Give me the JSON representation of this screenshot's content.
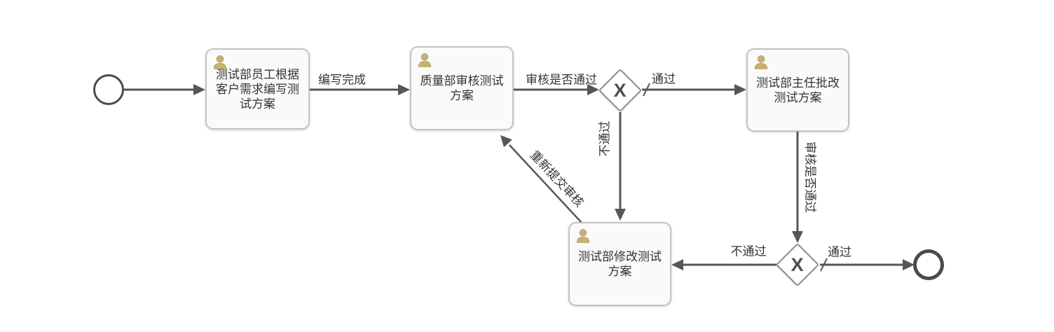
{
  "diagram_type": "bpmn-flowchart",
  "colors": {
    "background": "#ffffff",
    "flow_line": "#565656",
    "task_fill": "#fafafa",
    "task_border": "#c3c3c3",
    "gateway_border": "#8d8d8d",
    "event_border": "#4a4a4a",
    "text": "#333333",
    "person_icon": "#c9b170"
  },
  "nodes": {
    "start": {
      "type": "start-event"
    },
    "task1": {
      "label": "测试部员工根据\n客户需求编写测\n试方案"
    },
    "task2": {
      "label": "质量部审核测试\n方案"
    },
    "task3": {
      "label": "测试部主任批改\n测试方案"
    },
    "task4": {
      "label": "测试部修改测试\n方案"
    },
    "gateway1": {
      "marker": "X"
    },
    "gateway2": {
      "marker": "X"
    },
    "end": {
      "type": "end-event"
    }
  },
  "edge_labels": {
    "write_done": "编写完成",
    "quality_review_question": "审核是否通过",
    "quality_pass": "通过",
    "quality_fail": "不通过",
    "director_review_question": "审核是否通过",
    "director_fail": "不通过",
    "director_pass": "通过",
    "resubmit": "重新提交审核"
  }
}
